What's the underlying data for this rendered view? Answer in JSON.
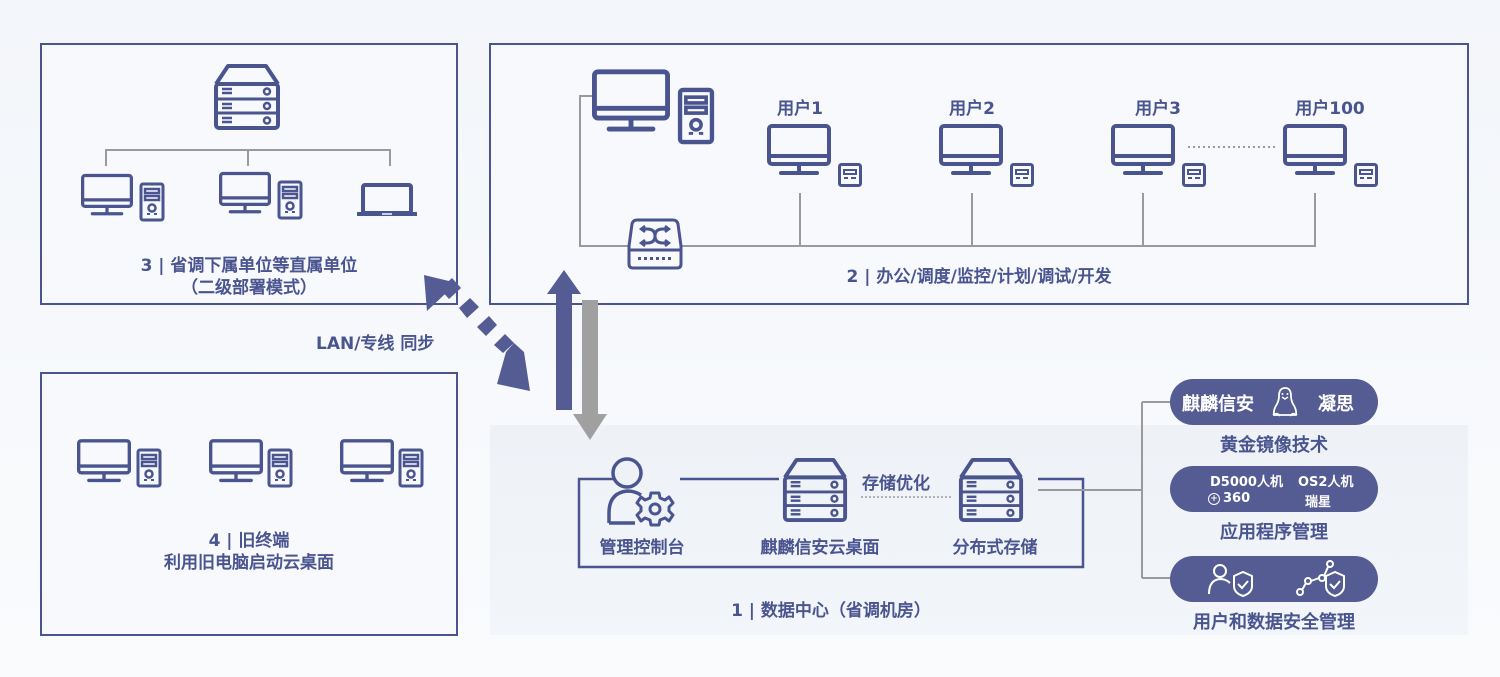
{
  "colors": {
    "primary": "#4a5590",
    "pill": "#545c93",
    "connector": "#9a9a9a",
    "arrow_down": "#a0a0a0"
  },
  "box3": {
    "title_line1": "3 | 省调下属单位等直属单位",
    "title_line2": "（二级部署模式）",
    "icons": [
      "server-icon",
      "desktop-computer-icon",
      "desktop-computer-icon",
      "laptop-icon"
    ]
  },
  "box2": {
    "title": "2 | 办公/调度/监控/计划/调试/开发",
    "users": [
      {
        "label": "用户1"
      },
      {
        "label": "用户2"
      },
      {
        "label": "用户3"
      },
      {
        "label": "用户100"
      }
    ],
    "icons": [
      "desktop-computer-icon",
      "network-switch-icon"
    ]
  },
  "box4": {
    "title_line1": "4 | 旧终端",
    "title_line2": "利用旧电脑启动云桌面"
  },
  "sync": {
    "label": "LAN/专线 同步"
  },
  "datacenter": {
    "title": "1 | 数据中心（省调机房）",
    "nodes": [
      {
        "label": "管理控制台",
        "icon": "admin-gear-icon"
      },
      {
        "label": "麒麟信安云桌面",
        "icon": "server-icon"
      },
      {
        "label": "分布式存储",
        "icon": "server-icon"
      }
    ],
    "link_label": "存储优化"
  },
  "features": [
    {
      "pill_left": "麒麟信安",
      "pill_icon": "linux-penguin-icon",
      "pill_right": "凝思",
      "caption": "黄金镜像技术"
    },
    {
      "pill_line1_a": "D5000人机",
      "pill_line1_b": "OS2人机",
      "pill_line2_a": "360",
      "pill_line2_b": "瑞星",
      "caption": "应用程序管理"
    },
    {
      "pill_icons": [
        "user-shield-icon",
        "data-shield-icon"
      ],
      "caption": "用户和数据安全管理"
    }
  ]
}
